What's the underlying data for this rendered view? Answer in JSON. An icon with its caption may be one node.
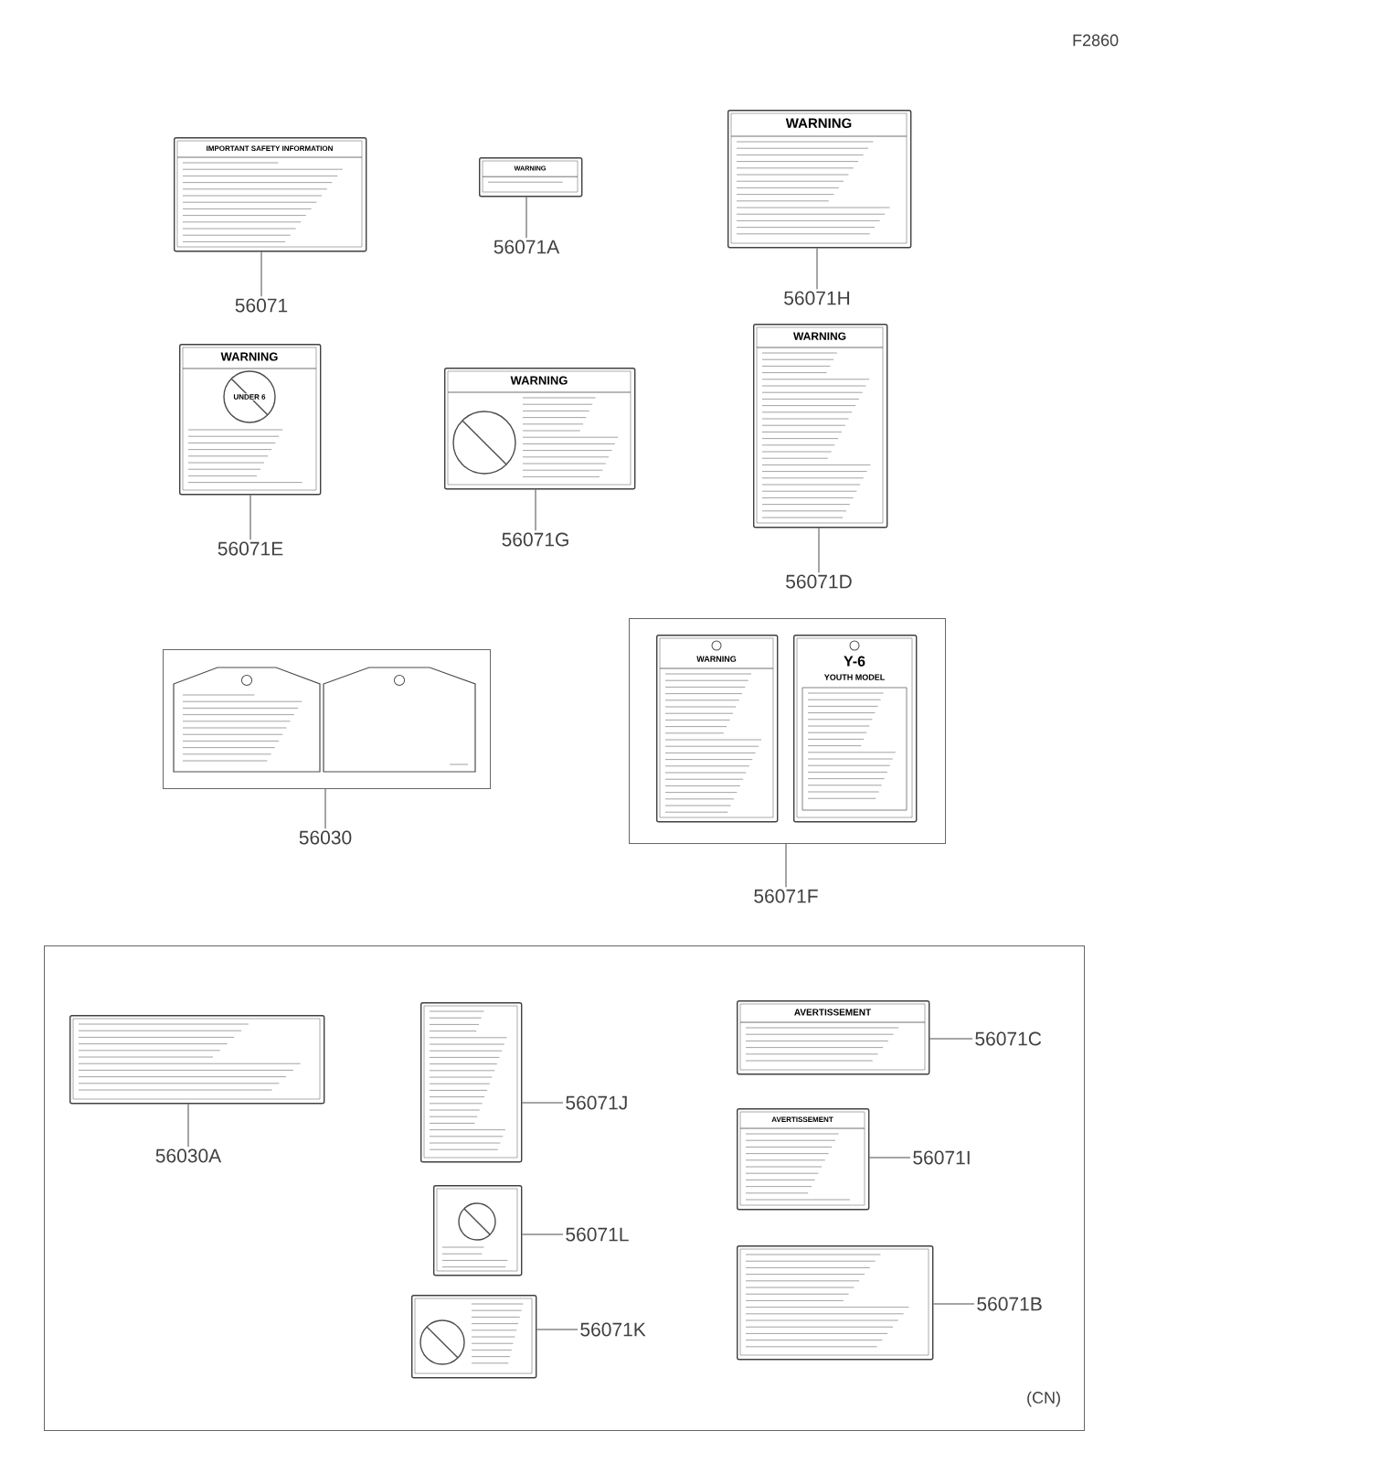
{
  "diagram": {
    "nodes": [
      {
        "text": [
          "IMPORTANT SAFETY INFORMATION"
        ]
      },
      {
        "text": [
          "56071"
        ]
      },
      {
        "text": [
          "WARNING"
        ]
      },
      {
        "text": [
          "56071A"
        ]
      },
      {
        "text": [
          "WARNING"
        ]
      },
      {
        "text": [
          "56071H"
        ]
      },
      {
        "text": [
          "WARNING",
          "UNDER 6"
        ]
      },
      {
        "text": [
          "56071E"
        ]
      },
      {
        "text": [
          "WARNING"
        ]
      },
      {
        "text": [
          "56071G"
        ]
      },
      {
        "text": [
          "WARNING"
        ]
      },
      {
        "text": [
          "56071D"
        ]
      },
      {
        "text": [],
        "shape": "box"
      },
      {
        "text": [],
        "shape": "box",
        "in": 12
      },
      {
        "text": [],
        "shape": "box",
        "in": 12
      },
      {
        "text": [
          "56030"
        ]
      },
      {
        "text": [],
        "shape": "box"
      },
      {
        "text": [
          "WARNING"
        ],
        "in": 16
      },
      {
        "text": [
          "Y-6",
          "YOUTH MODEL"
        ],
        "in": 16
      },
      {
        "text": [
          "56071F"
        ]
      },
      {
        "text": [
          "(CN)"
        ]
      },
      {
        "text": [],
        "shape": "box",
        "in": 20
      },
      {
        "text": [
          "56030A"
        ],
        "in": 20
      },
      {
        "text": [],
        "shape": "box",
        "in": 20
      },
      {
        "text": [
          "56071J"
        ],
        "in": 20
      },
      {
        "text": [],
        "shape": "box",
        "in": 20
      },
      {
        "text": [
          "56071L"
        ],
        "in": 20
      },
      {
        "text": [],
        "shape": "box",
        "in": 20
      },
      {
        "text": [
          "56071K"
        ],
        "in": 20
      },
      {
        "text": [
          "AVERTISSEMENT"
        ],
        "in": 20
      },
      {
        "text": [
          "56071C"
        ],
        "in": 20
      },
      {
        "text": [
          "AVERTISSEMENT"
        ],
        "in": 20
      },
      {
        "text": [
          "56071I"
        ],
        "in": 20
      },
      {
        "text": [],
        "shape": "box",
        "in": 20
      },
      {
        "text": [
          "56071B"
        ],
        "in": 20
      }
    ],
    "edges": [
      {
        "from": 1,
        "to": 0,
        "arrow": "none"
      },
      {
        "from": 3,
        "to": 2,
        "arrow": "none"
      },
      {
        "from": 5,
        "to": 4,
        "arrow": "none"
      },
      {
        "from": 7,
        "to": 6,
        "arrow": "none"
      },
      {
        "from": 9,
        "to": 8,
        "arrow": "none"
      },
      {
        "from": 11,
        "to": 10,
        "arrow": "none"
      },
      {
        "from": 15,
        "to": 12,
        "arrow": "none"
      },
      {
        "from": 19,
        "to": 16,
        "arrow": "none"
      },
      {
        "from": 22,
        "to": 21,
        "arrow": "none"
      },
      {
        "from": 24,
        "to": 23,
        "arrow": "none"
      },
      {
        "from": 26,
        "to": 25,
        "arrow": "none"
      },
      {
        "from": 28,
        "to": 27,
        "arrow": "none"
      },
      {
        "from": 30,
        "to": 29,
        "arrow": "none"
      },
      {
        "from": 32,
        "to": 31,
        "arrow": "none"
      },
      {
        "from": 34,
        "to": 33,
        "arrow": "none"
      }
    ],
    "labels": [
      "F2860"
    ]
  }
}
